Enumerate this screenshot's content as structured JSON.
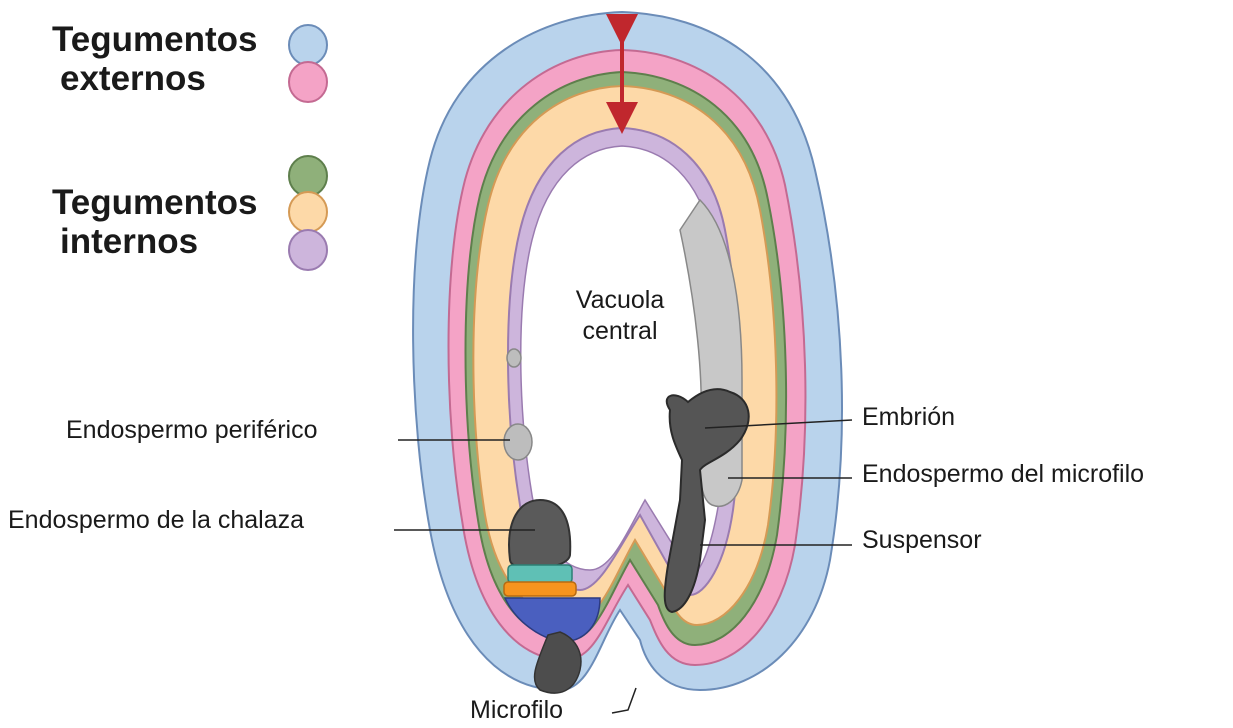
{
  "legend": {
    "external_title": [
      "Tegumentos",
      "externos"
    ],
    "internal_title": [
      "Tegumentos",
      "internos"
    ]
  },
  "labels": {
    "central_vacuole": [
      "Vacuola",
      "central"
    ],
    "peripheral_endosperm": "Endospermo periférico",
    "chalazal_endosperm": "Endospermo de la chalaza",
    "embryo": "Embrión",
    "micropylar_endosperm": "Endospermo del microfilo",
    "suspensor": "Suspensor",
    "micropyle": "Microfilo"
  },
  "colors": {
    "outer_integument_blue": "#b9d3ec",
    "outer_integument_pink": "#f4a3c6",
    "inner_integument_green": "#8fb07a",
    "inner_integument_orange": "#fdd9a8",
    "inner_integument_purple": "#cdb5dc",
    "endosperm_gray": "#bdbdbd",
    "embryo_dark": "#555555",
    "arrow_red": "#c0272d"
  }
}
